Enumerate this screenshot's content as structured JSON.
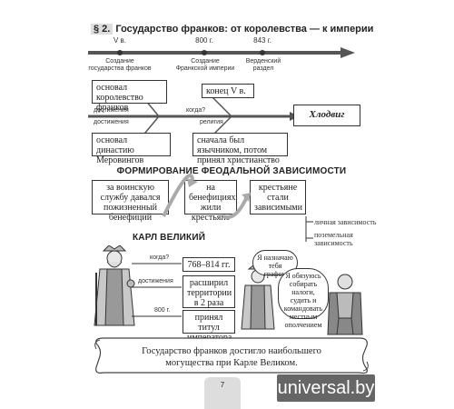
{
  "header": {
    "section_num": "§ 2.",
    "title": "Государство франков: от королевства — к империи"
  },
  "timeline": {
    "events": [
      {
        "date": "V в.",
        "label": "Создание государства франков"
      },
      {
        "date": "800 г.",
        "label": "Создание Франкской империи"
      },
      {
        "date": "843 г.",
        "label": "Верденский раздел"
      }
    ]
  },
  "fishbone": {
    "box_top_left": "основал королевство франков",
    "box_top_right": "конец V в.",
    "box_bottom_left": "основал династию Меровингов",
    "box_bottom_right": "сначала был язычником, потом принял христианство",
    "label_achievements_1": "достижения",
    "label_achievements_2": "достижения",
    "label_when": "когда?",
    "label_religion": "религия",
    "head": "Хлодвиг"
  },
  "feudal": {
    "heading": "ФОРМИРОВАНИЕ ФЕОДАЛЬНОЙ ЗАВИСИМОСТИ",
    "step1": "за воинскую службу давался пожизненный бенефиций",
    "step2": "на бенефициях жили крестьяне",
    "step3": "крестьяне стали зависимыми",
    "dep1": "личная зависимость",
    "dep2": "поземельная зависимость"
  },
  "charlemagne": {
    "heading": "КАРЛ ВЕЛИКИЙ",
    "q_when": "когда?",
    "a_when": "768–814 гг.",
    "q_achievements": "достижения",
    "a_achievements": "расширил территории в 2 раза",
    "q_800": "800 г.",
    "a_800": "принял титул императора",
    "bubble1": "Я назначаю тебя графом",
    "bubble2": "Я обязуюсь собирать налоги, судить и командовать местным ополчением"
  },
  "scroll_text": "Государство франков достигло наибольшего могущества при Карле Великом.",
  "page_number": "7",
  "watermark": "universal.by"
}
